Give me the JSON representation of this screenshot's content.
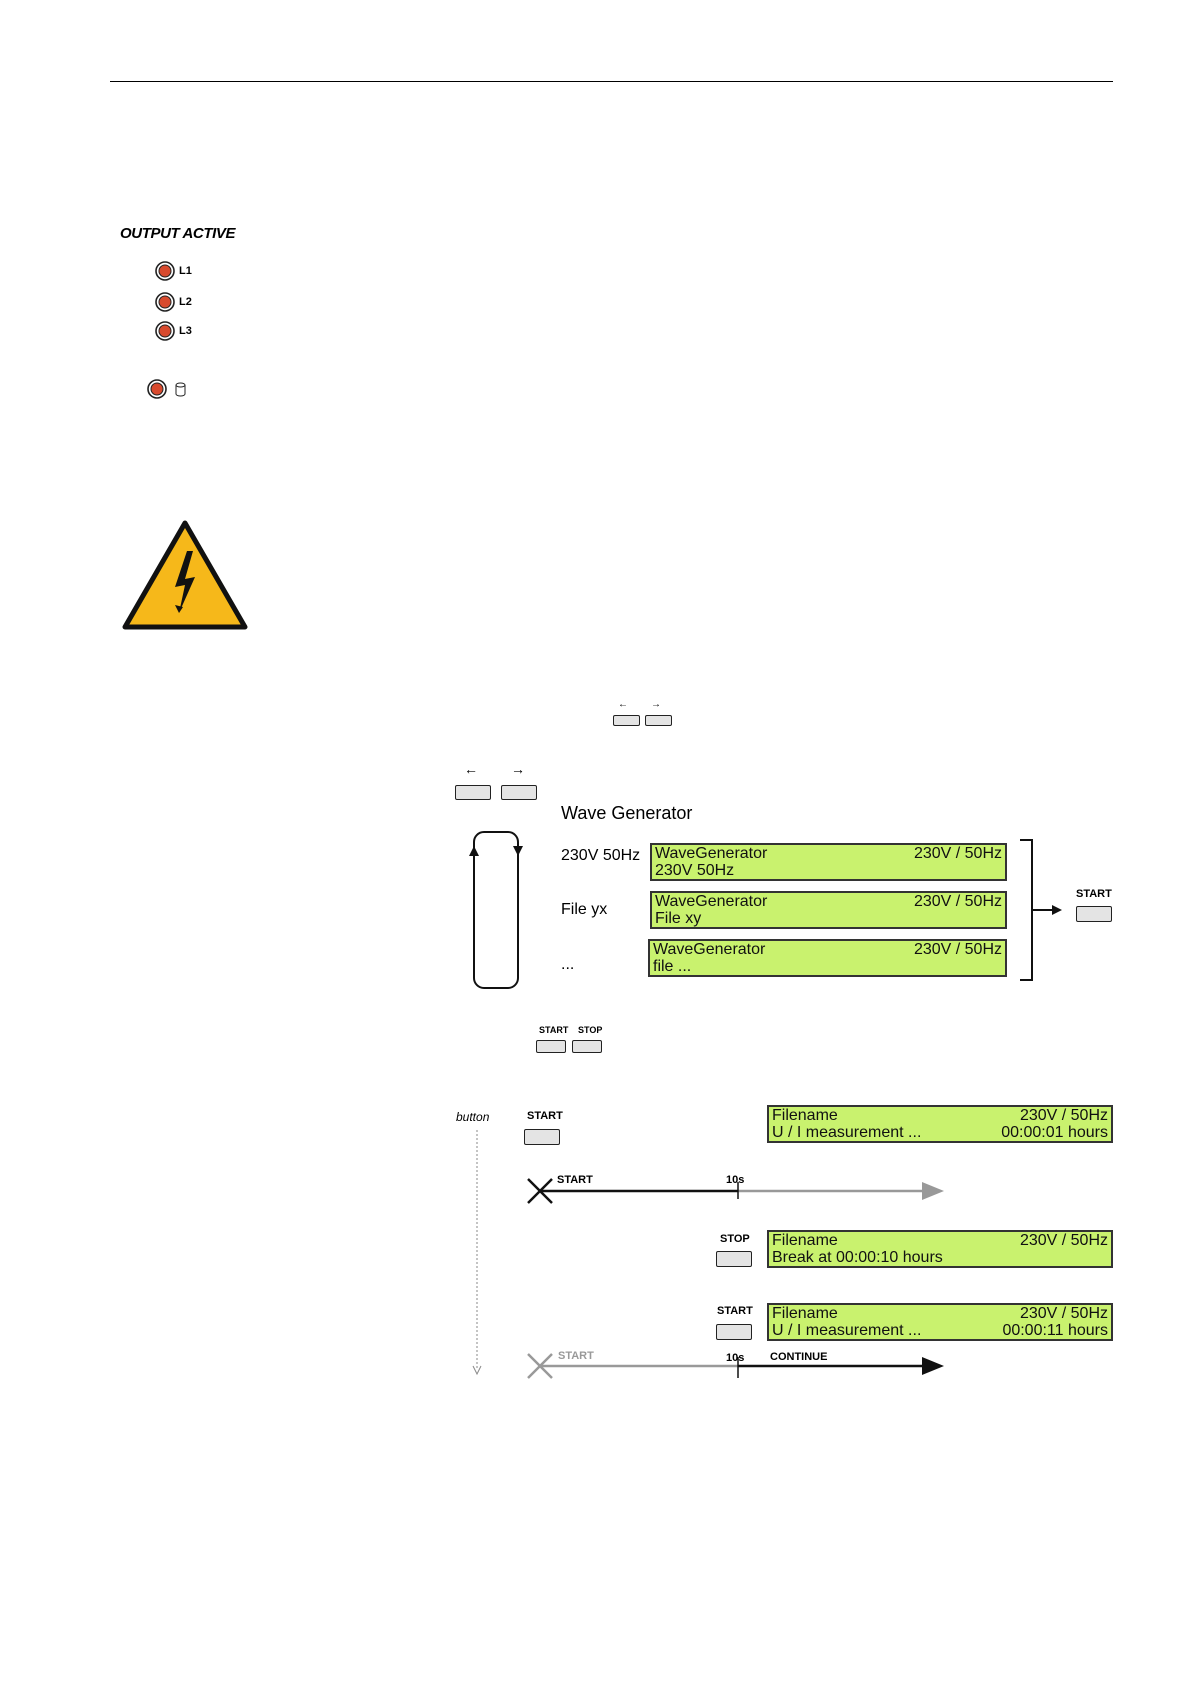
{
  "output_panel": {
    "title": "OUTPUT ACTIVE",
    "leds": [
      {
        "label": "L1"
      },
      {
        "label": "L2"
      },
      {
        "label": "L3"
      }
    ],
    "extra_led_icon": "cylinder-icon"
  },
  "warning": {
    "icon": "high-voltage-warning-icon",
    "color": "#f6b81a"
  },
  "nav_buttons_small": {
    "left_arrow": "←",
    "right_arrow": "→"
  },
  "nav_buttons": {
    "left_arrow": "←",
    "right_arrow": "→"
  },
  "wave_generator": {
    "title": "Wave Generator",
    "items": [
      {
        "label": "230V 50Hz",
        "lcd_line1_left": "WaveGenerator",
        "lcd_line1_right": "230V / 50Hz",
        "lcd_line2": "230V 50Hz"
      },
      {
        "label": "File yx",
        "lcd_line1_left": "WaveGenerator",
        "lcd_line1_right": "230V / 50Hz",
        "lcd_line2": "File xy"
      },
      {
        "label": "...",
        "lcd_line1_left": "WaveGenerator",
        "lcd_line1_right": "230V / 50Hz",
        "lcd_line2": "file ..."
      }
    ],
    "start_label": "START"
  },
  "start_stop_buttons": {
    "start": "START",
    "stop": "STOP"
  },
  "timeline": {
    "caption": "button",
    "start_button_label": "START",
    "lcd1": {
      "l1_left": "Filename",
      "l1_right": "230V / 50Hz",
      "l2_left": "U / I measurement ...",
      "l2_right": "00:00:01 hours"
    },
    "line1_start_label": "START",
    "line1_tick_label": "10s",
    "stop_button_label": "STOP",
    "lcd2": {
      "l1_left": "Filename",
      "l1_right": "230V / 50Hz",
      "l2_left": "Break at 00:00:10 hours",
      "l2_right": ""
    },
    "restart_button_label": "START",
    "lcd3": {
      "l1_left": "Filename",
      "l1_right": "230V / 50Hz",
      "l2_left": "U / I measurement ...",
      "l2_right": "00:00:11 hours"
    },
    "line2_start_label": "START",
    "line2_tick_label": "10s",
    "line2_continue_label": "CONTINUE"
  },
  "colors": {
    "lcd_green": "#c9f26e",
    "led_red": "#d84a2e",
    "button_gray": "#e4e4e4"
  }
}
